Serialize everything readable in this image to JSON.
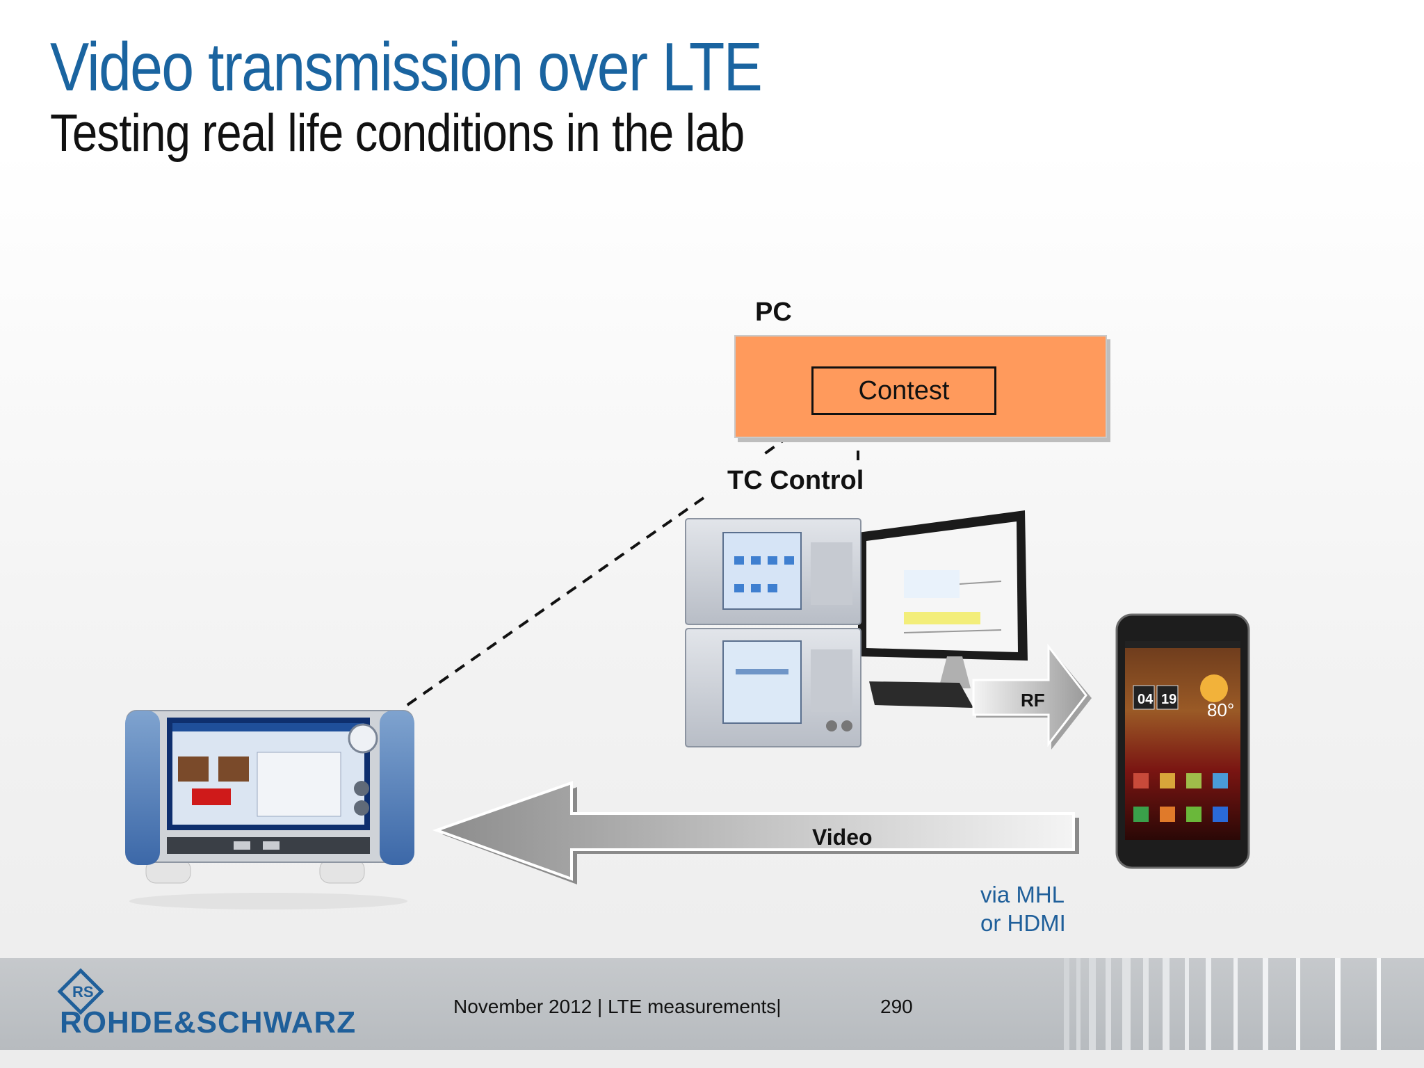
{
  "slide": {
    "title": "Video transmission over LTE",
    "subtitle": "Testing real life conditions in the lab"
  },
  "diagram": {
    "pc_label": "PC",
    "contest_label": "Contest",
    "tc_control_label": "TC Control",
    "rf_label": "RF",
    "video_label": "Video",
    "via_line1": "via MHL",
    "via_line2": "or HDMI",
    "phone_clock_hour": "04",
    "phone_clock_min": "19",
    "phone_temp": "80°"
  },
  "footer": {
    "logo_text": "ROHDE&SCHWARZ",
    "logo_mark": "RS",
    "date_topic": "November 2012 |  LTE measurements|",
    "page_number": "290"
  },
  "colors": {
    "title": "#1a64a0",
    "pc_box": "#ff9a5c",
    "accent_blue": "#1f5f9a",
    "footer_bg": "#b9bdc1"
  }
}
